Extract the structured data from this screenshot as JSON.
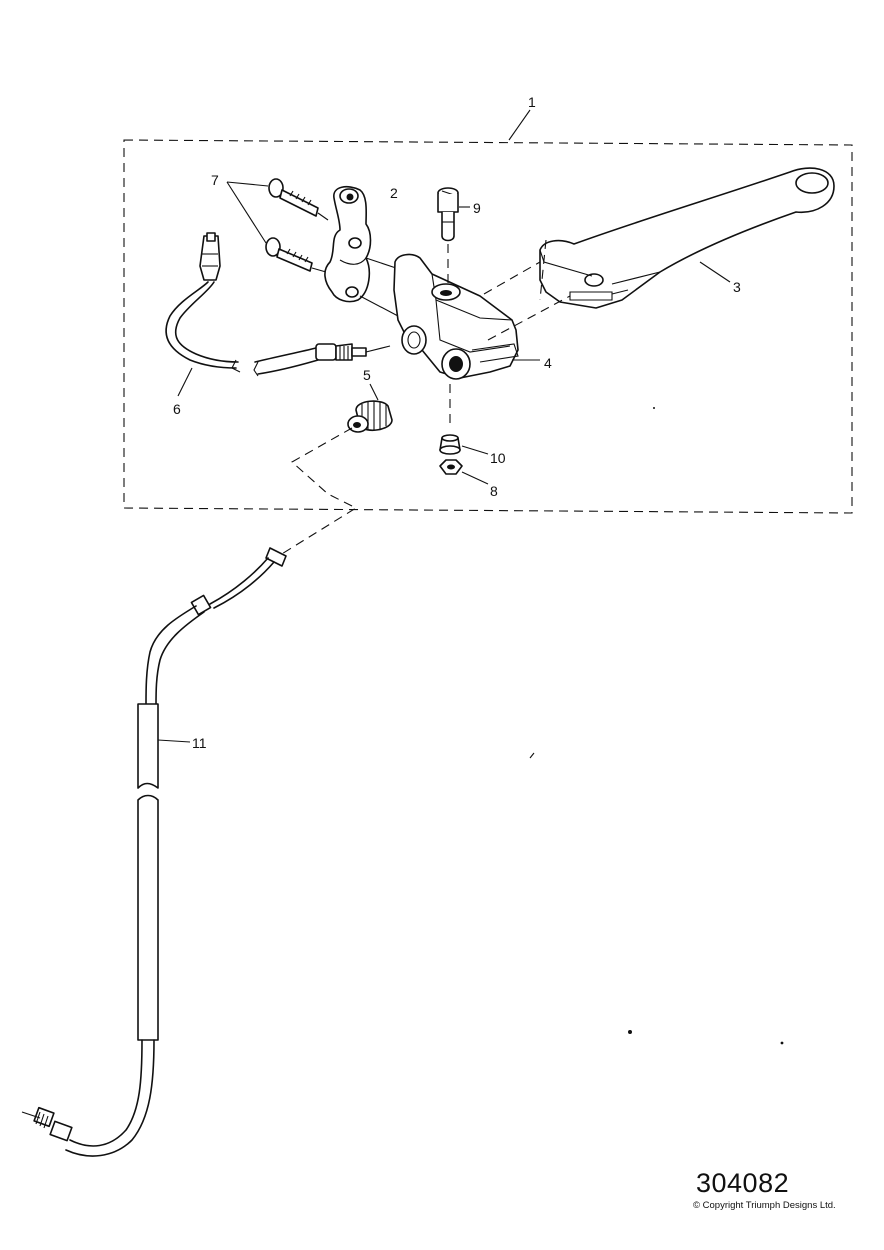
{
  "figure_id": "304082",
  "copyright": "© Copyright Triumph Designs Ltd.",
  "callouts": [
    {
      "id": "1",
      "label": "1"
    },
    {
      "id": "2",
      "label": "2"
    },
    {
      "id": "3",
      "label": "3"
    },
    {
      "id": "4",
      "label": "4"
    },
    {
      "id": "5",
      "label": "5"
    },
    {
      "id": "6",
      "label": "6"
    },
    {
      "id": "7",
      "label": "7"
    },
    {
      "id": "8",
      "label": "8"
    },
    {
      "id": "9",
      "label": "9"
    },
    {
      "id": "10",
      "label": "10"
    },
    {
      "id": "11",
      "label": "11"
    }
  ]
}
